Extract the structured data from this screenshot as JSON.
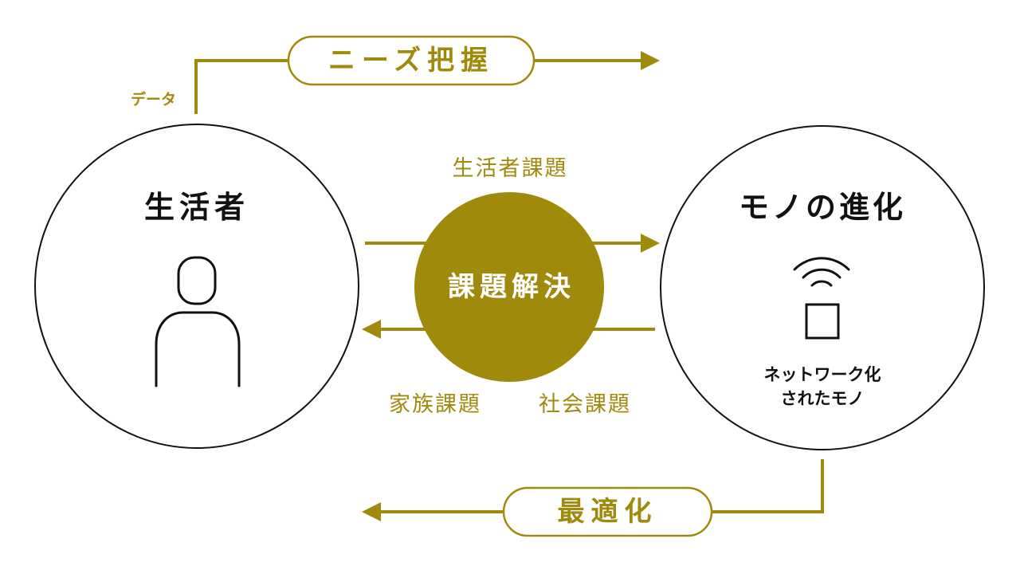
{
  "colors": {
    "accent": "#a08a0c",
    "stroke": "#111111",
    "background": "#ffffff"
  },
  "top_flow": {
    "label": "ニーズ把握",
    "source_label": "データ"
  },
  "bottom_flow": {
    "label": "最適化"
  },
  "left_node": {
    "title": "生活者",
    "icon": "person-icon"
  },
  "right_node": {
    "title": "モノの進化",
    "icon": "connected-device-icon",
    "caption_line1": "ネットワーク化",
    "caption_line2": "されたモノ"
  },
  "center": {
    "label": "課題解決",
    "top_label": "生活者課題",
    "bottom_left_label": "家族課題",
    "bottom_right_label": "社会課題"
  }
}
